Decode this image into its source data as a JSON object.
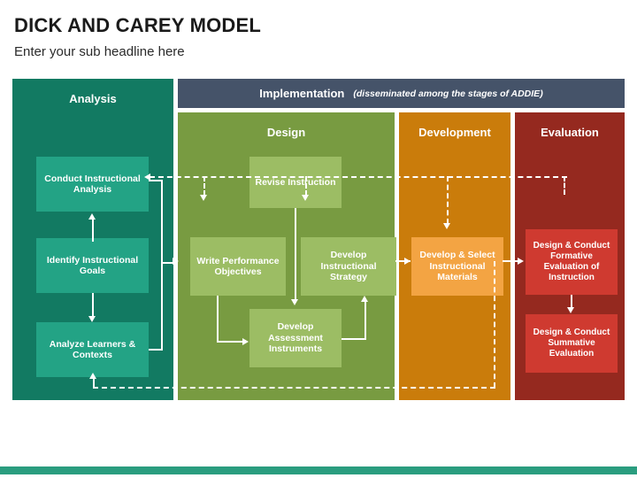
{
  "slide": {
    "title": "DICK AND CAREY MODEL",
    "subtitle": "Enter your sub headline here"
  },
  "colors": {
    "analysis": "#127a62",
    "analysis_node": "#23a385",
    "implementation": "#455369",
    "design": "#789b41",
    "design_node": "#9cbd64",
    "development": "#ca7c0b",
    "development_node": "#f3a443",
    "evaluation": "#95291f",
    "evaluation_node": "#cf3a30",
    "connector": "#ffffff",
    "footer": "#2a9d7f"
  },
  "diagram": {
    "columns": {
      "analysis": {
        "header": "Analysis"
      },
      "implementation": {
        "header": "Implementation",
        "note": "(disseminated among the stages of ADDIE)"
      },
      "design": {
        "header": "Design"
      },
      "development": {
        "header": "Development"
      },
      "evaluation": {
        "header": "Evaluation"
      }
    },
    "nodes": {
      "conduct_instructional_analysis": "Conduct Instructional Analysis",
      "identify_instructional_goals": "Identify Instructional Goals",
      "analyze_learners_contexts": "Analyze Learners & Contexts",
      "revise_instruction": "Revise Instruction",
      "write_performance_objectives": "Write Performance Objectives",
      "develop_instructional_strategy": "Develop Instructional Strategy",
      "develop_assessment_instruments": "Develop Assessment Instruments",
      "develop_select_instructional_materials": "Develop & Select Instructional Materials",
      "formative_evaluation": "Design & Conduct Formative Evaluation of Instruction",
      "summative_evaluation": "Design & Conduct Summative Evaluation"
    }
  }
}
